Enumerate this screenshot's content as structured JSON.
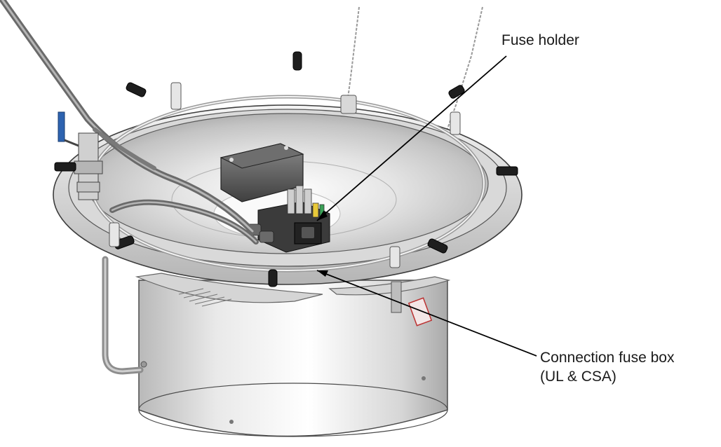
{
  "callouts": {
    "fuse_holder": "Fuse holder",
    "connection_fuse_box_line1": "Connection fuse box",
    "connection_fuse_box_line2": "(UL & CSA)"
  },
  "colors": {
    "line": "#000000",
    "metal_light": "#f2f2f2",
    "metal_mid": "#c8c8c8",
    "metal_dark": "#8a8a8a",
    "rubber": "#1e1e1e",
    "box_dark": "#555555",
    "valve_handle": "#2d63b0"
  }
}
